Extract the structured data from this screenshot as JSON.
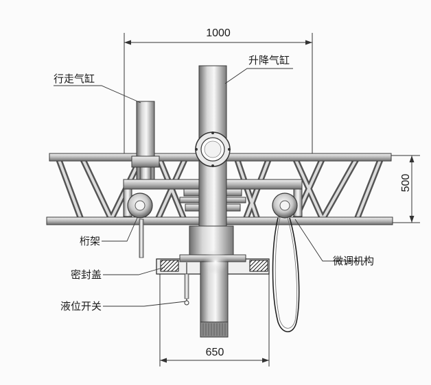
{
  "dimensions": {
    "width_top": "1000",
    "height_right": "500",
    "width_bottom": "650"
  },
  "labels": {
    "lift_cylinder": "升降气缸",
    "travel_cylinder": "行走气缸",
    "truss": "桁架",
    "seal_cover": "密封盖",
    "level_switch": "液位开关",
    "fine_adjust": "微调机构"
  }
}
